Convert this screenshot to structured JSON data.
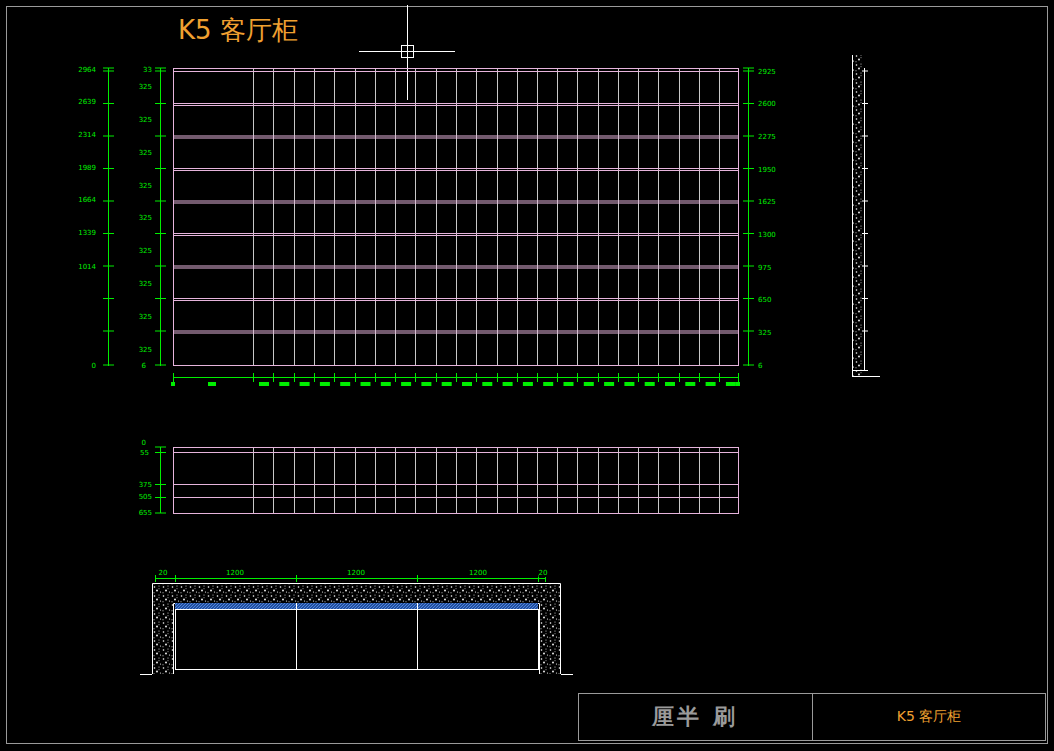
{
  "diagram": {
    "title": "K5 客厅柜",
    "nodes": [
      {
        "text": [
          "厘半 刷"
        ]
      },
      {
        "text": [
          "K5 客厅柜"
        ]
      }
    ],
    "labels": [
      "2964",
      "2639",
      "2314",
      "1989",
      "1664",
      "1339",
      "1014",
      "0",
      "33",
      "325",
      "325",
      "325",
      "325",
      "325",
      "325",
      "325",
      "325",
      "325",
      "6",
      "2925",
      "2600",
      "2275",
      "1950",
      "1625",
      "1300",
      "975",
      "650",
      "325",
      "6",
      "0",
      "55",
      "375",
      "505",
      "655",
      "20",
      "1200",
      "1200",
      "1200",
      "20"
    ]
  }
}
